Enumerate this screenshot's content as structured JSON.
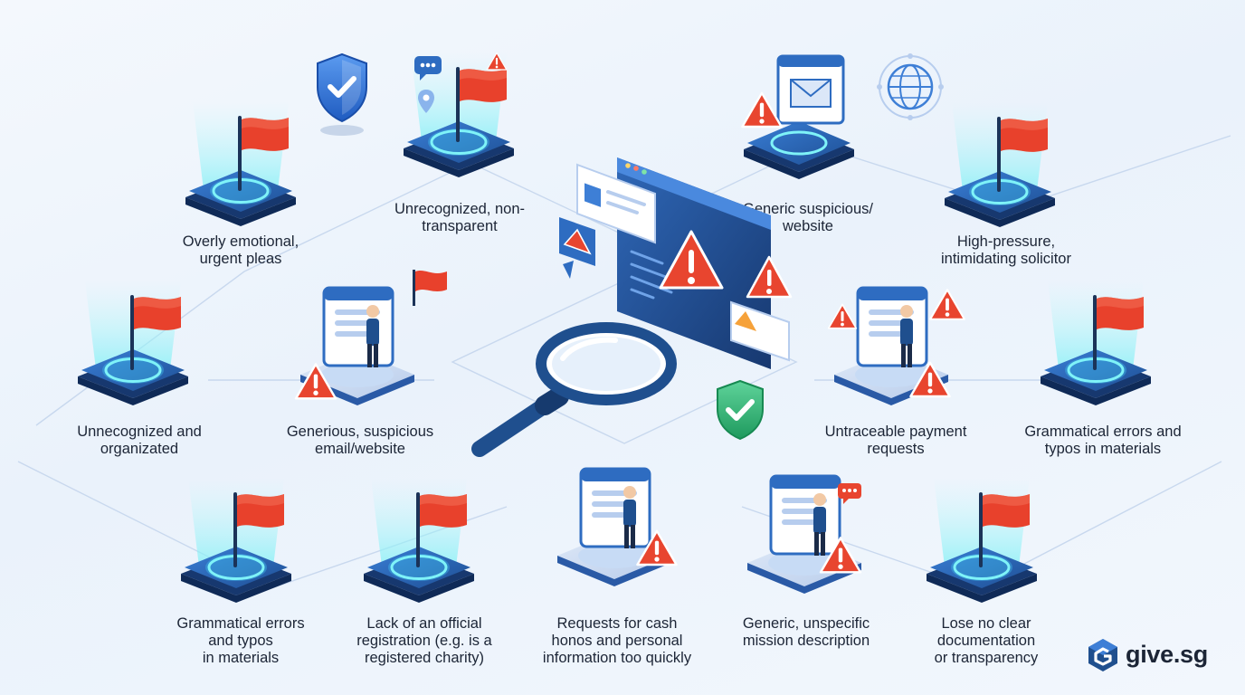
{
  "labels": {
    "overly_emotional": "Overly emotional,\nurgent pleas",
    "unrecognized_non_transparent": "Unrecognized, non-\ntransparent",
    "generic_suspicious_website": "Generic suspicious/\nwebsite",
    "high_pressure": "High-pressure,\nintimidating solicitor",
    "unnecognized_organizated": "Unnecognized and\norganizated",
    "generious_email": "Generious, suspicious\nemail/website",
    "untraceable_payment": "Untraceable payment\nrequests",
    "grammatical_errors_right": "Grammatical errors and\ntypos in materials",
    "grammatical_errors_left": "Grammatical errors\nand typos\nin materials",
    "lack_registration": "Lack of an official\nregistration (e.g. is a\nregistered charity)",
    "requests_cash": "Requests for cash\nhonos and personal\ninformation too quickly",
    "generic_mission": "Generic, unspecific\nmission description",
    "lose_documentation": "Lose no clear\ndocumentation\nor transparency"
  },
  "brand": {
    "name": "give.sg"
  },
  "colors": {
    "flag_red": "#e8412c",
    "platform_blue": "#1f4f8e",
    "platform_top": "#2e6cc1",
    "ring_cyan": "#5ee8f0",
    "warning_red": "#e8452f",
    "shield_blue": "#2f6fd3",
    "shield_green": "#2bb673",
    "ink": "#1c2536"
  },
  "icons": [
    "red-flag-icon",
    "warning-triangle-icon",
    "shield-check-icon",
    "magnifying-glass-icon",
    "globe-icon",
    "envelope-icon",
    "chat-bubble-icon"
  ]
}
